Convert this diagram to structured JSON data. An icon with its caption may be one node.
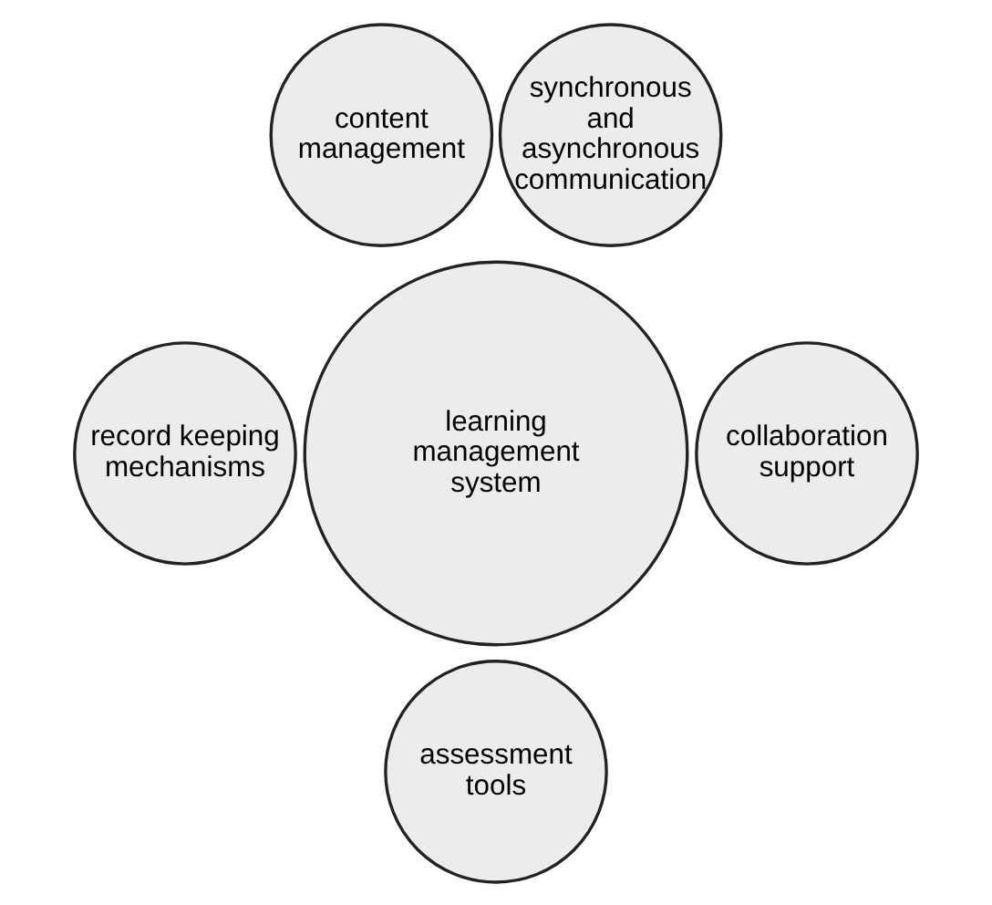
{
  "diagram": {
    "nodes": [
      {
        "text": [
          "content management"
        ]
      },
      {
        "text": [
          "synchronous and asynchronous communication"
        ]
      },
      {
        "text": [
          "learning management system"
        ]
      },
      {
        "text": [
          "record keeping mechanisms"
        ]
      },
      {
        "text": [
          "collaboration support"
        ]
      },
      {
        "text": [
          "assessment tools"
        ]
      }
    ],
    "edges": []
  }
}
